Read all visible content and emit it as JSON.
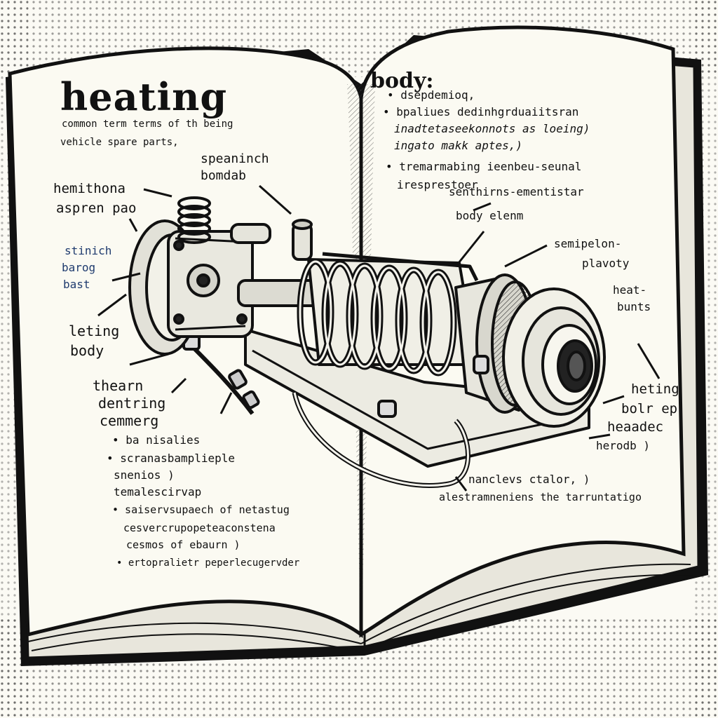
{
  "left_page": {
    "title": "heating",
    "subtitle_1": "common term terms of th being",
    "subtitle_2": "vehicle spare parts,",
    "labels": {
      "speaninch": "speaninch",
      "bomdab": "bomdab",
      "hemithona": "hemithona",
      "aspren_pao": "aspren pao",
      "stinich": "stinich",
      "barog": "barog",
      "bast": "bast",
      "leting": "leting",
      "body": "body",
      "thearn": "thearn",
      "dentring": "dentring",
      "cemmerg": "cemmerg"
    },
    "bullets": [
      "• ba nisalies",
      "• scranasbamplieple",
      "snenios )",
      "temalescirvap",
      "• saiservsupaech of netastug",
      "cesvercrupopeteaconstena",
      "cesmos of ebaurn )",
      "• ertopralietr peperlecugervder"
    ]
  },
  "right_page": {
    "title": "body:",
    "bullets": [
      "• dsepdemioq,",
      "• bpaliues dedinhgrduaiitsran",
      "inadtetaseekonnots as loeing)",
      "ingato makk aptes,)",
      "• tremarmabing ieenbeu-seunal",
      "iresprestoer"
    ],
    "labels": {
      "senthirns": "senthirns-ementistar",
      "body_elenm": "body elenm",
      "semipelon": "semipelon-",
      "plavoty": "plavoty",
      "heat": "heat-",
      "bunts": "bunts",
      "heting": "heting",
      "bolr_ep": "bolr ep",
      "heaadec": "heaadec",
      "herodb": "herodb )",
      "nanclevs": "nanclevs ctalor, )",
      "alestrs": "alestramneniens the tarruntatigo"
    }
  }
}
